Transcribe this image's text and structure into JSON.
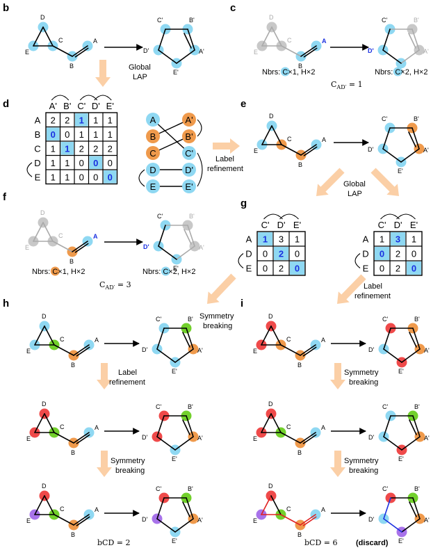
{
  "panels": {
    "b": "b",
    "c": "c",
    "d": "d",
    "e": "e",
    "f": "f",
    "g": "g",
    "h": "h",
    "i": "i"
  },
  "arrows": {
    "global_lap": [
      "Global",
      "LAP"
    ],
    "label_refinement": [
      "Label",
      "refinement"
    ],
    "symmetry_breaking": [
      "Symmetry",
      "breaking"
    ]
  },
  "reactant_atoms": [
    "A",
    "B",
    "C",
    "D",
    "E"
  ],
  "product_atoms": [
    "A'",
    "B'",
    "C'",
    "D'",
    "E'"
  ],
  "neighbors": {
    "c_left": {
      "prefix": "Nbrs: ",
      "atom": "C",
      "suffix": "×1, H×2"
    },
    "c_right": {
      "prefix": "Nbrs: ",
      "atom": "C",
      "suffix": "×2, H×2"
    },
    "f_left": {
      "prefix": "Nbrs: ",
      "atom": "C",
      "suffix": "×1, H×2"
    },
    "f_right": {
      "prefix": "Nbrs: ",
      "atom": "C",
      "suffix": "×2, H×2"
    }
  },
  "cost_labels": {
    "c": {
      "main": "C",
      "sub": "AD′",
      "rest": " = 1"
    },
    "f": {
      "main": "C",
      "sub": "AD′",
      "rest": " = 3"
    }
  },
  "bcd": {
    "h": "bCD = 2",
    "i": "bCD = 6",
    "i_note": "(discard)"
  },
  "matrix_d": {
    "cols": [
      "A'",
      "B'",
      "C'",
      "D'",
      "E'"
    ],
    "rows": [
      "A",
      "B",
      "C",
      "D",
      "E"
    ],
    "values": [
      [
        "2",
        "2",
        "1",
        "1",
        "1"
      ],
      [
        "0",
        "0",
        "1",
        "1",
        "1"
      ],
      [
        "1",
        "1",
        "2",
        "2",
        "2"
      ],
      [
        "1",
        "1",
        "0",
        "0",
        "0"
      ],
      [
        "1",
        "1",
        "0",
        "0",
        "0"
      ]
    ],
    "highlight": [
      [
        0,
        2
      ],
      [
        1,
        0
      ],
      [
        2,
        1
      ],
      [
        3,
        3
      ],
      [
        4,
        4
      ]
    ]
  },
  "matrix_g_left": {
    "cols": [
      "C'",
      "D'",
      "E'"
    ],
    "rows": [
      "A",
      "D",
      "E"
    ],
    "values": [
      [
        "1",
        "3",
        "1"
      ],
      [
        "0",
        "2",
        "0"
      ],
      [
        "0",
        "2",
        "0"
      ]
    ],
    "highlight": [
      [
        0,
        0
      ],
      [
        1,
        1
      ],
      [
        2,
        2
      ]
    ]
  },
  "matrix_g_right": {
    "cols": [
      "C'",
      "D'",
      "E'"
    ],
    "rows": [
      "A",
      "D",
      "E"
    ],
    "values": [
      [
        "1",
        "3",
        "1"
      ],
      [
        "0",
        "2",
        "0"
      ],
      [
        "0",
        "2",
        "0"
      ]
    ],
    "highlight": [
      [
        0,
        1
      ],
      [
        1,
        0
      ],
      [
        2,
        2
      ]
    ]
  },
  "bipartite_left": [
    "A",
    "B",
    "C",
    "D",
    "E"
  ],
  "bipartite_right": [
    "A'",
    "B'",
    "C'",
    "D'",
    "E'"
  ],
  "colors": {
    "blue": "#8fd8f2",
    "orange": "#ef9a4c",
    "red": "#ef4a4a",
    "green": "#72d02c",
    "purple": "#a873ea",
    "gray": "#c8c8c8",
    "arrow": "#fbcfa6",
    "cell": "#8fd8f2",
    "dark_blue": "#1a30e0",
    "bond_red": "#e02020"
  }
}
